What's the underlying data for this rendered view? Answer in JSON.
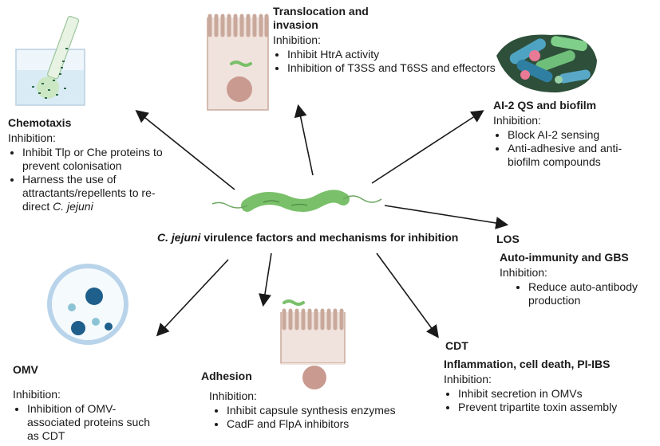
{
  "center": {
    "species": "C. jejuni",
    "rest": " virulence factors and  mechanisms for inhibition"
  },
  "inhibition_label": "Inhibition:",
  "chemotaxis": {
    "title": "Chemotaxis",
    "items": [
      "Inhibit Tlp or Che proteins to prevent colonisation",
      "Harness the use of attractants/repellents to re-direct "
    ],
    "species_tail": "C. jejuni"
  },
  "translocation": {
    "title": "Translocation and invasion",
    "items": [
      " Inhibit HtrA activity",
      "Inhibition of T3SS and T6SS and effectors"
    ]
  },
  "ai2": {
    "title": "AI-2 QS and biofilm",
    "items": [
      "Block AI-2 sensing",
      "Anti-adhesive and anti-biofilm compounds"
    ]
  },
  "los": {
    "title": "LOS",
    "subtitle": "Auto-immunity and GBS",
    "items": [
      "Reduce auto-antibody production"
    ]
  },
  "cdt": {
    "title": "CDT",
    "subtitle": "Inflammation, cell death, PI-IBS",
    "items": [
      "Inhibit secretion in OMVs",
      "Prevent tripartite toxin assembly"
    ]
  },
  "adhesion": {
    "title": "Adhesion",
    "items": [
      "Inhibit capsule synthesis enzymes",
      "CadF and FlpA inhibitors"
    ]
  },
  "omv": {
    "title": "OMV",
    "items": [
      "Inhibition of OMV-associated proteins such as CDT"
    ]
  },
  "colors": {
    "arrow": "#1a1a1a",
    "cell_fill": "#f0e2dc",
    "cell_stroke": "#c9a99c",
    "nucleus": "#c99a90",
    "bacterium": "#7ac06a",
    "omv_ring": "#b9d4ea",
    "omv_dark": "#1f5f8b",
    "omv_light": "#8cc4d6"
  }
}
